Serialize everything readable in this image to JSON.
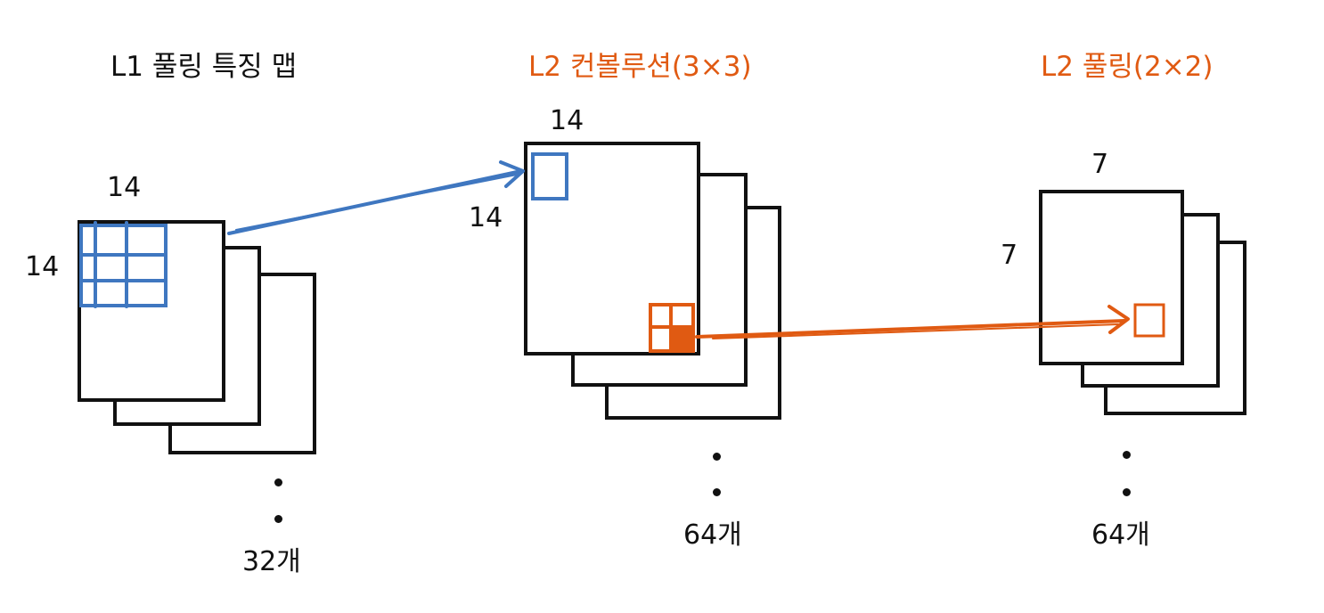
{
  "titles": {
    "l1_pool": "L1 풀링 특징 맵",
    "l2_conv": "L2 컨볼루션(3×3)",
    "l2_pool": "L2  풀링(2×2)"
  },
  "l1": {
    "width": "14",
    "height": "14",
    "count": "32개"
  },
  "conv": {
    "width": "14",
    "height": "14",
    "count": "64개"
  },
  "pool": {
    "width": "7",
    "height": "7",
    "count": "64개"
  },
  "colors": {
    "blue": "#3f77c0",
    "orange": "#e05a12",
    "ink": "#111111"
  }
}
